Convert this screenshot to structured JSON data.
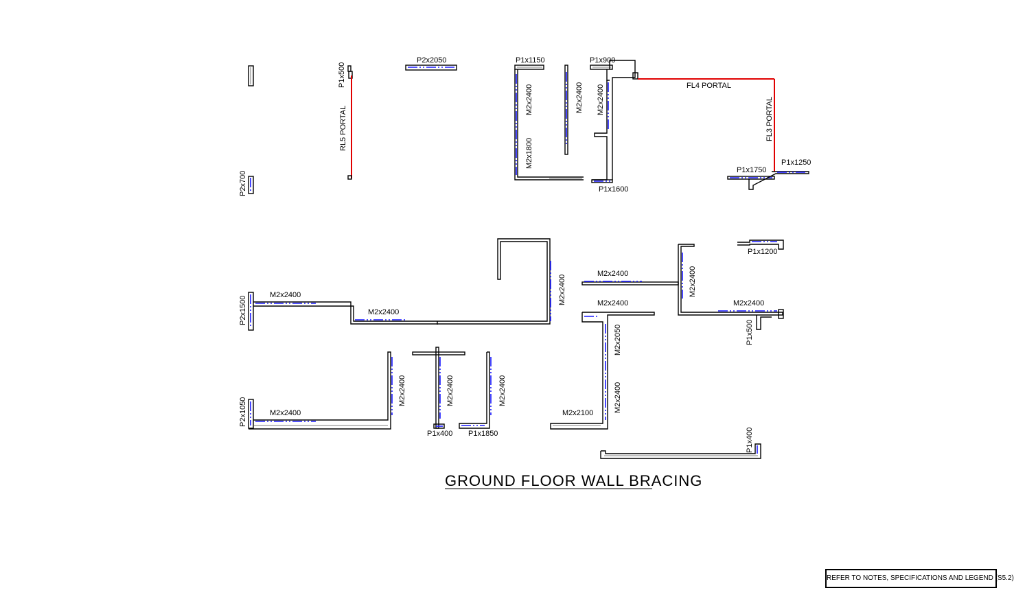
{
  "drawing": {
    "title": "GROUND FLOOR WALL BRACING",
    "note": "REFER TO NOTES, SPECIFICATIONS AND LEGEND (S5.2)"
  },
  "labels": {
    "p2x2050": "P2x2050",
    "p1x1150": "P1x1150",
    "p1x900": "P1x900",
    "p1x500_top": "P1x500",
    "rl5_portal": "RL5 PORTAL",
    "p2x700": "P2x700",
    "m2x2400_a": "M2x2400",
    "m2x1800": "M2x1800",
    "m2x2400_b": "M2x2400",
    "m2x2400_c": "M2x2400",
    "p1x1600": "P1x1600",
    "fl4_portal": "FL4 PORTAL",
    "fl3_portal": "FL3 PORTAL",
    "p1x1750": "P1x1750",
    "p1x1250": "P1x1250",
    "p1x1200": "P1x1200",
    "m2x2400_d": "M2x2400",
    "m2x2400_e": "M2x2400",
    "m2x2400_f": "M2x2400",
    "p1x500_right": "P1x500",
    "p2x1500": "P2x1500",
    "m2x2400_g": "M2x2400",
    "m2x2400_h": "M2x2400",
    "m2x2400_i": "M2x2400",
    "m2x2400_j": "M2x2400",
    "m2x2050": "M2x2050",
    "m2x2400_k": "M2x2400",
    "p2x1050": "P2x1050",
    "m2x2400_l": "M2x2400",
    "m2x2400_m": "M2x2400",
    "m2x2400_n": "M2x2400",
    "m2x2400_o": "M2x2400",
    "p1x400_left": "P1x400",
    "p1x1850": "P1x1850",
    "m2x2100": "M2x2100",
    "p1x400_right": "P1x400"
  },
  "colors": {
    "wall": "#000000",
    "bracing": "#1a1aff",
    "portal": "#e00000"
  }
}
